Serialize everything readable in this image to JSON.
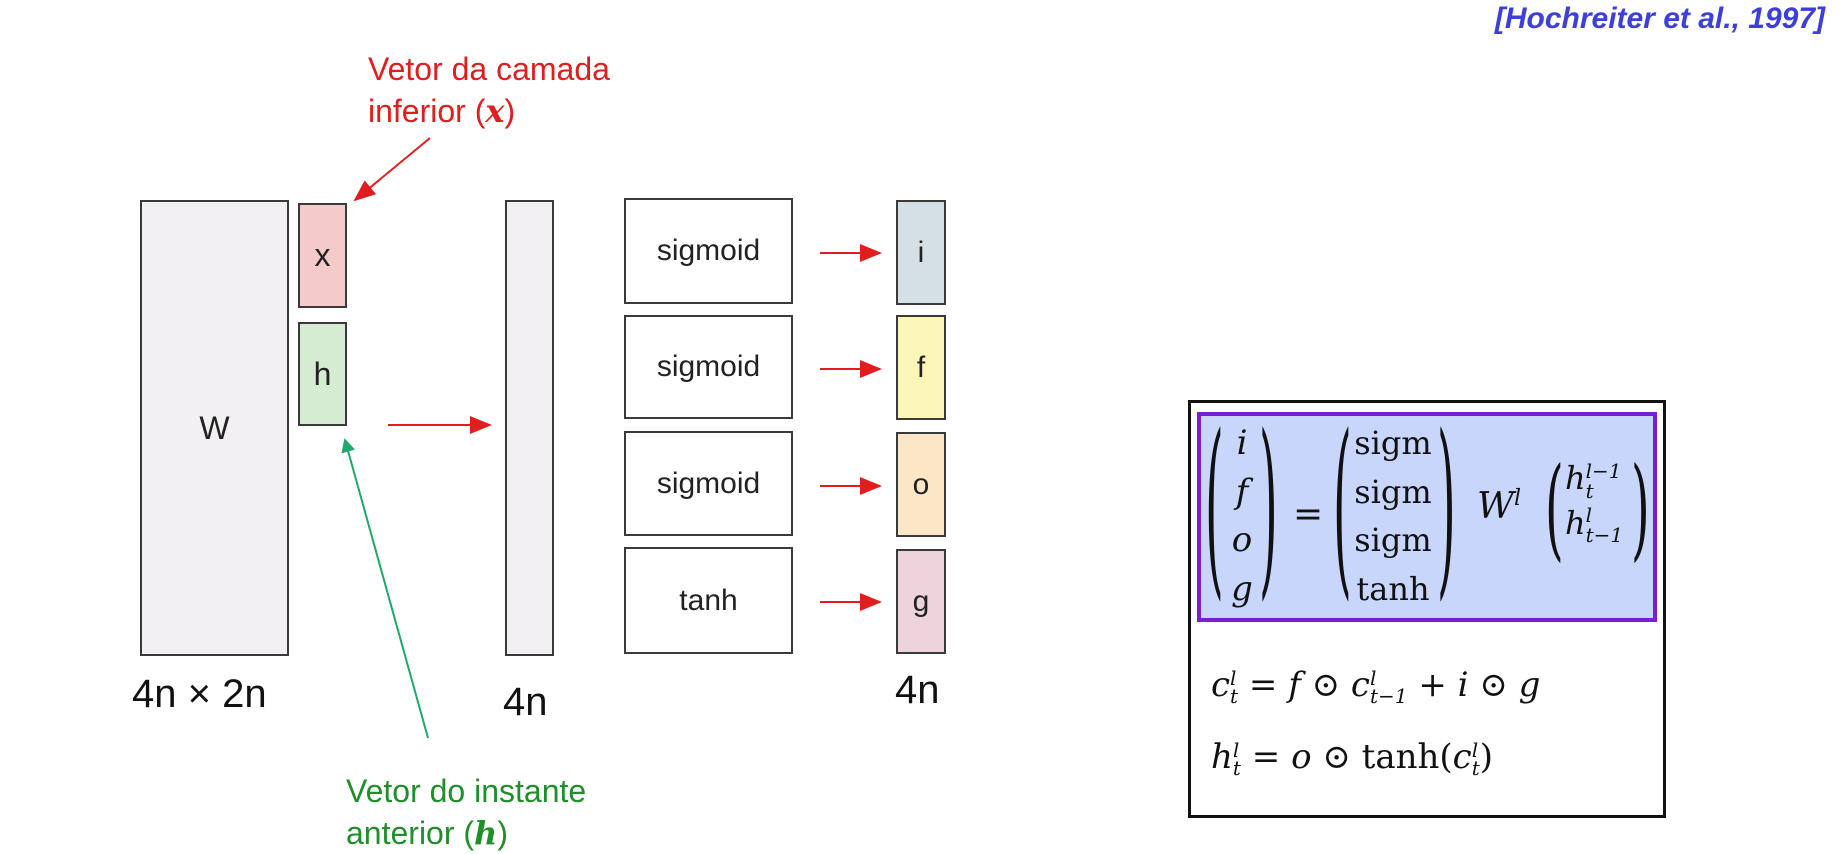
{
  "citation": "[Hochreiter et al., 1997]",
  "annotations": {
    "x_note_line1": "Vetor da camada",
    "x_note_line2": "inferior (",
    "x_note_var": "x",
    "x_note_close": ")",
    "h_note_line1": "Vetor do instante",
    "h_note_line2": "anterior (",
    "h_note_var": "h",
    "h_note_close": ")"
  },
  "blocks": {
    "weight_label": "W",
    "input_x": "x",
    "input_h": "h",
    "weight_dims": "4n × 2n",
    "pre_act_dims": "4n",
    "gates_dims": "4n"
  },
  "functions": [
    "sigmoid",
    "sigmoid",
    "sigmoid",
    "tanh"
  ],
  "gates": [
    {
      "label": "i",
      "color": "#d4dfe6"
    },
    {
      "label": "f",
      "color": "#fbf5b8"
    },
    {
      "label": "o",
      "color": "#fde6c6"
    },
    {
      "label": "g",
      "color": "#ecd3dc"
    }
  ],
  "colors": {
    "x_box": "#f5caca",
    "h_box": "#d5ebd2",
    "neutral_box": "#f2f0f2",
    "arrow_red": "#e01e1e",
    "arrow_green": "#1fa86a",
    "eq_highlight": "#c9d6fb",
    "eq_border": "#7a1ed6"
  },
  "equations": {
    "lhs": [
      "i",
      "f",
      "o",
      "g"
    ],
    "equals": "=",
    "activations": [
      "sigm",
      "sigm",
      "sigm",
      "tanh"
    ],
    "weight": "W",
    "weight_sup": "l",
    "vec_top": "h",
    "vec_top_sup": "l−1",
    "vec_top_sub": "t",
    "vec_bot": "h",
    "vec_bot_sup": "l",
    "vec_bot_sub": "t−1",
    "cell_eq": "c_t^l = f ⊙ c_{t−1}^l + i ⊙ g",
    "hidden_eq": "h_t^l = o ⊙ tanh(c_t^l)"
  }
}
